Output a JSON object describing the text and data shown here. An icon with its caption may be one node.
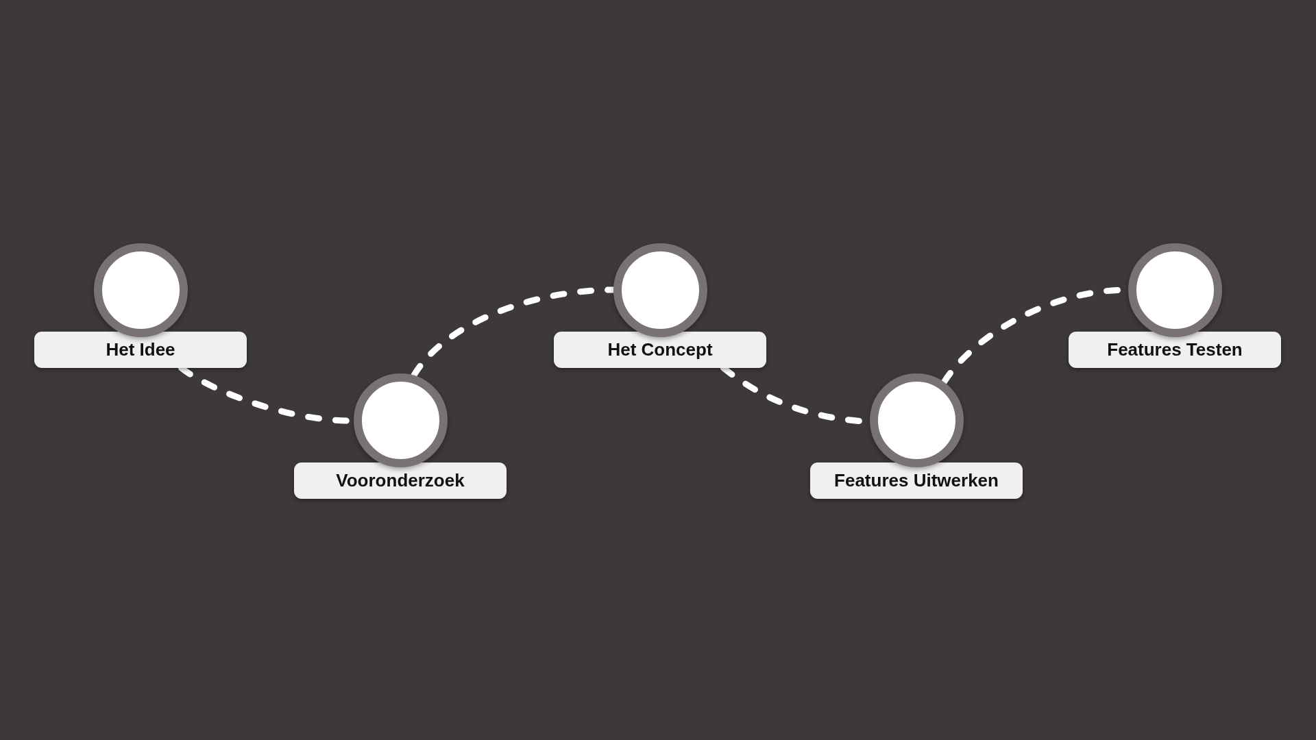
{
  "diagram": {
    "nodes": [
      {
        "text": [],
        "shape": "circle"
      },
      {
        "text": [
          "Het Idee"
        ]
      },
      {
        "text": [],
        "shape": "circle"
      },
      {
        "text": [
          "Vooronderzoek"
        ]
      },
      {
        "text": [],
        "shape": "circle"
      },
      {
        "text": [
          "Het Concept"
        ]
      },
      {
        "text": [],
        "shape": "circle"
      },
      {
        "text": [
          "Features Uitwerken"
        ]
      },
      {
        "text": [],
        "shape": "circle"
      },
      {
        "text": [
          "Features Testen"
        ]
      }
    ],
    "edges": [
      {
        "from": 1,
        "to": 2,
        "arrow": "none",
        "style": "dashed"
      },
      {
        "from": 2,
        "to": 4,
        "arrow": "none",
        "style": "dashed"
      },
      {
        "from": 5,
        "to": 6,
        "arrow": "none",
        "style": "dashed"
      },
      {
        "from": 6,
        "to": 8,
        "arrow": "none",
        "style": "dashed"
      }
    ]
  }
}
